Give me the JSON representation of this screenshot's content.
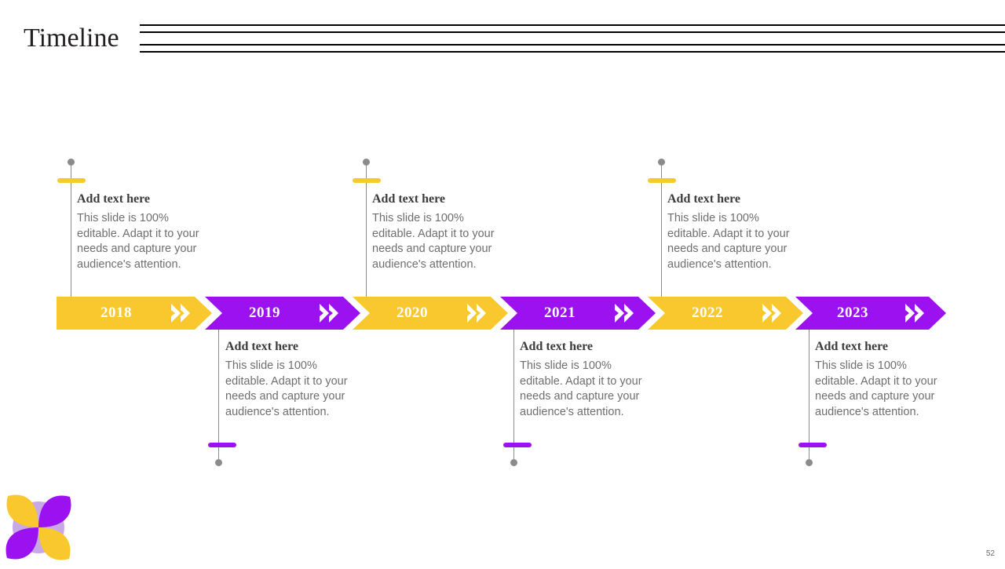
{
  "slide": {
    "title": "Timeline",
    "page_number": "52",
    "colors": {
      "yellow": "#F9C82E",
      "purple": "#9B11F0",
      "heading_text": "#3B3B3B",
      "body_text": "#6E6E6E",
      "connector": "#8B8B8B",
      "background": "#FFFFFF"
    }
  },
  "timeline": {
    "segments": [
      {
        "year": "2018",
        "color": "yellow",
        "arrow_icon": "double-chevron-right-icon"
      },
      {
        "year": "2019",
        "color": "purple",
        "arrow_icon": "double-chevron-right-icon"
      },
      {
        "year": "2020",
        "color": "yellow",
        "arrow_icon": "double-chevron-right-icon"
      },
      {
        "year": "2021",
        "color": "purple",
        "arrow_icon": "double-chevron-right-icon"
      },
      {
        "year": "2022",
        "color": "yellow",
        "arrow_icon": "double-chevron-right-icon"
      },
      {
        "year": "2023",
        "color": "purple",
        "arrow_icon": "double-chevron-right-icon"
      }
    ],
    "blocks_above": [
      {
        "heading": "Add text here",
        "body": "This slide is 100% editable. Adapt it to your needs and capture your audience's attention.",
        "marker_color": "yellow"
      },
      {
        "heading": "Add text here",
        "body": "This slide is 100% editable. Adapt it to your needs and capture your audience's attention.",
        "marker_color": "yellow"
      },
      {
        "heading": "Add text here",
        "body": "This slide is 100% editable. Adapt it to your needs and capture your audience's attention.",
        "marker_color": "yellow"
      }
    ],
    "blocks_below": [
      {
        "heading": "Add text here",
        "body": "This slide is 100% editable. Adapt it to your needs and capture your audience's attention.",
        "marker_color": "purple"
      },
      {
        "heading": "Add text here",
        "body": "This slide is 100% editable. Adapt it to your needs and capture your audience's attention.",
        "marker_color": "purple"
      },
      {
        "heading": "Add text here",
        "body": "This slide is 100% editable. Adapt it to your needs and capture your audience's attention.",
        "marker_color": "purple"
      }
    ]
  },
  "logo": {
    "name": "pinwheel-flower-logo",
    "petal_colors": [
      "#F9C82E",
      "#9B11F0",
      "#9B11F0",
      "#F9C82E"
    ],
    "disc_color": "#C9A8E8"
  }
}
